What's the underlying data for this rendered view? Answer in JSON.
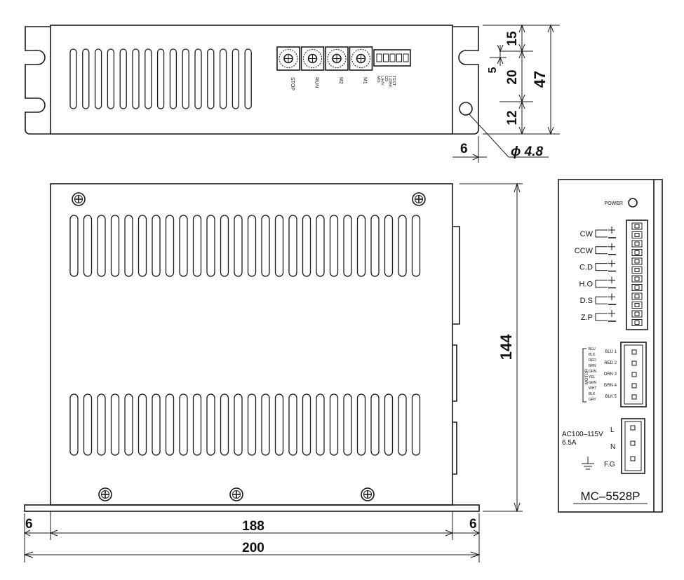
{
  "dimensions": {
    "d15": "15",
    "d5": "5",
    "d20": "20",
    "d47": "47",
    "d12": "12",
    "d6_side": "6",
    "hole": "ϕ 4.8",
    "d144": "144",
    "d6_left": "6",
    "d188": "188",
    "d6_right": "6",
    "d200": "200"
  },
  "switches": [
    "STOP",
    "RUN",
    "M2",
    "M1"
  ],
  "dip_labels": [
    "M/S",
    "L/H/V",
    "CD",
    "1/2/BK",
    "TEST"
  ],
  "front_panel": {
    "power_label": "POWER",
    "signals": [
      "CW",
      "CCW",
      "C.D",
      "H.O",
      "D.S",
      "Z.P"
    ],
    "motor_pins": [
      "BLU 1",
      "RED 2",
      "ORN 3",
      "GRN 4",
      "BLK 5"
    ],
    "motor_wire_colors": [
      "BLU",
      "BLK",
      "RED",
      "BRN",
      "ORN",
      "YEL",
      "GRN",
      "WHT",
      "BLK",
      "GRY"
    ],
    "motor_side_label": "MOTOR",
    "ac_spec_line1": "AC100–115V",
    "ac_spec_line2": "6.5A",
    "ac_pins": [
      "L",
      "N",
      "F.G"
    ],
    "model": "MC–5528P"
  }
}
